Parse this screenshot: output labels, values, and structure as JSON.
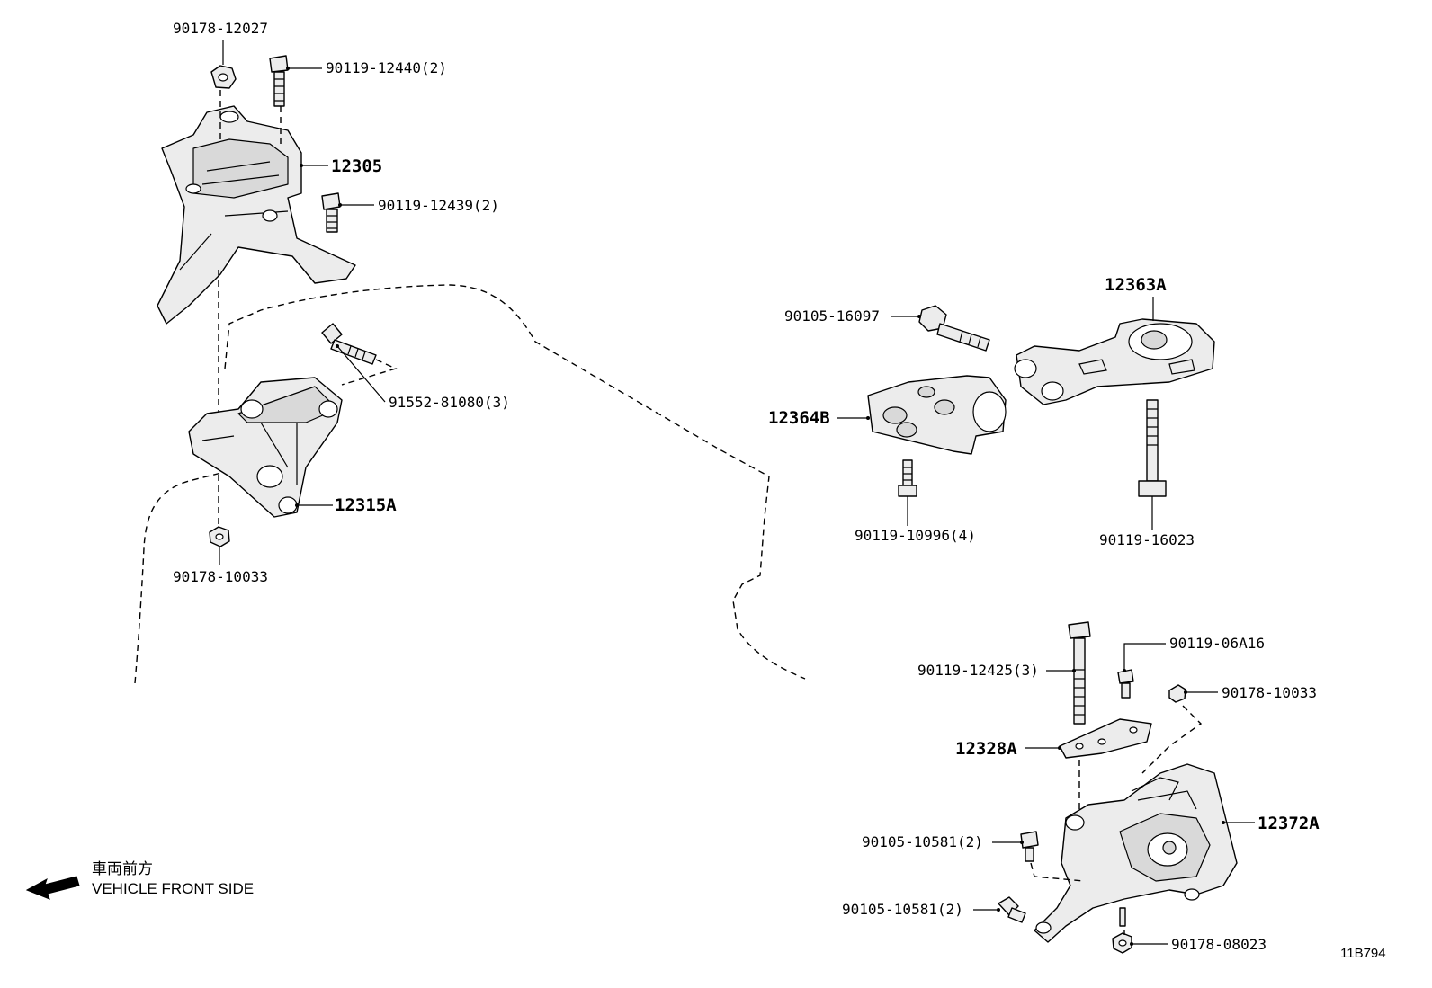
{
  "labels": {
    "p_90178_12027": "90178-12027",
    "p_90119_12440": "90119-12440(2)",
    "p_12305": "12305",
    "p_90119_12439": "90119-12439(2)",
    "p_91552_81080": "91552-81080(3)",
    "p_12315A": "12315A",
    "p_90178_10033_left": "90178-10033",
    "p_12363A": "12363A",
    "p_90105_16097": "90105-16097",
    "p_12364B": "12364B",
    "p_90119_10996": "90119-10996(4)",
    "p_90119_16023": "90119-16023",
    "p_90119_06A16": "90119-06A16",
    "p_90119_12425": "90119-12425(3)",
    "p_90178_10033_right": "90178-10033",
    "p_12328A": "12328A",
    "p_12372A": "12372A",
    "p_90105_10581_a": "90105-10581(2)",
    "p_90105_10581_b": "90105-10581(2)",
    "p_90178_08023": "90178-08023"
  },
  "direction": {
    "japanese": "車両前方",
    "english": "VEHICLE FRONT SIDE"
  },
  "reference": "11B794"
}
